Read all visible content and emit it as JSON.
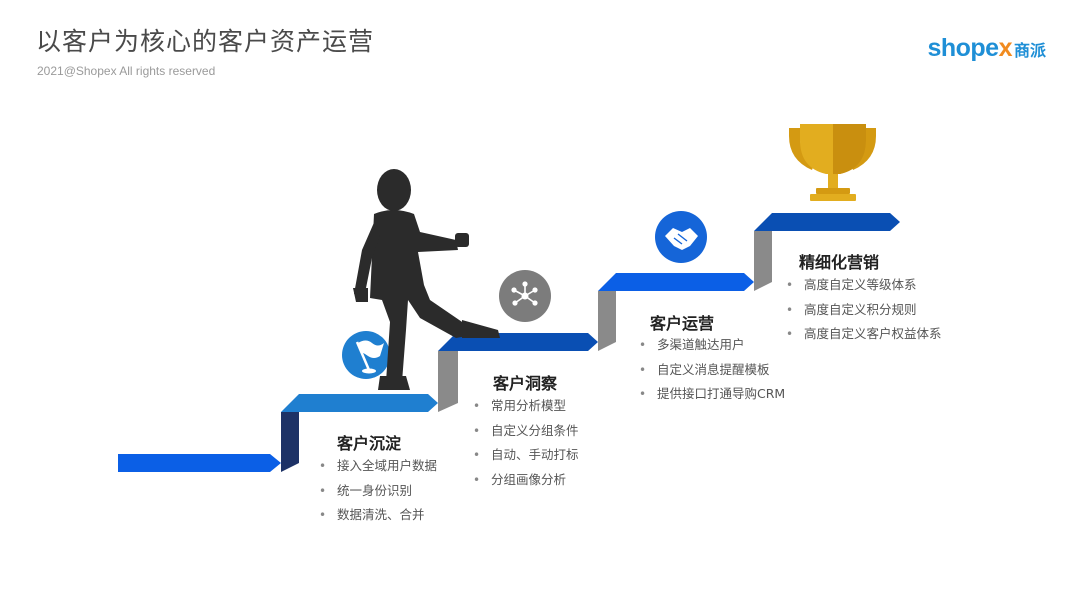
{
  "header": {
    "title": "以客户为核心的客户资产运营",
    "subtitle": "2021@Shopex All rights reserved"
  },
  "logo": {
    "wordmark_pre": "shope",
    "wordmark_x": "x",
    "cn": "商派"
  },
  "colors": {
    "blue_bright": "#0b5fe6",
    "blue_mid": "#1f7fd0",
    "blue_deep": "#0a4fb3",
    "navy": "#1d3266",
    "gray_riser": "#8a8a8a",
    "trophy_gold": "#e2ad1f",
    "icon_gray": "#7c7c7c"
  },
  "steps": [
    {
      "title": "客户沉淀",
      "icon": "flag-icon",
      "points": [
        "接入全域用户数据",
        "统一身份识别",
        "数据清洗、合并"
      ]
    },
    {
      "title": "客户洞察",
      "icon": "network-icon",
      "points": [
        "常用分析模型",
        "自定义分组条件",
        "自动、手动打标",
        "分组画像分析"
      ]
    },
    {
      "title": "客户运营",
      "icon": "handshake-icon",
      "points": [
        "多渠道触达用户",
        "自定义消息提醒模板",
        "提供接口打通导购CRM"
      ]
    },
    {
      "title": "精细化营销",
      "icon": "trophy-icon",
      "points": [
        "高度自定义等级体系",
        "高度自定义积分规则",
        "高度自定义客户权益体系"
      ]
    }
  ]
}
